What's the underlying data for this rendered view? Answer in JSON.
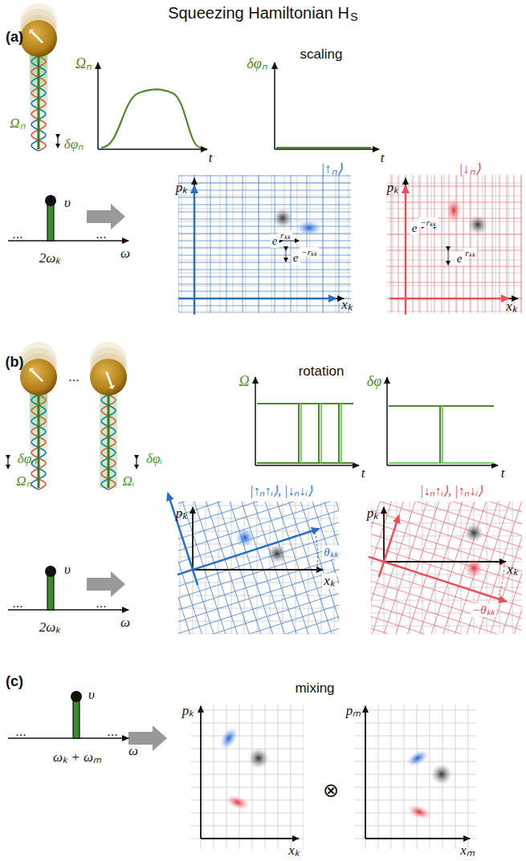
{
  "diagram": {
    "title": "Squeezing Hamiltonian H",
    "labels": [
      "S",
      "(a)",
      "scaling",
      "Ωₙ",
      "δφₙ",
      "Ωₙ",
      "t",
      "δφₙ",
      "t",
      "|↑ₙ⟩",
      "|↓ₙ⟩",
      "υ",
      "2ωₖ",
      "ω",
      "pₖ",
      "xₖ",
      "e",
      "rₖₖ",
      "e",
      "−rₖₖ",
      "pₖ",
      "xₖ",
      "e",
      "−rₖₖ",
      "e",
      "rₖₖ",
      "(b)",
      "rotation",
      "δφₙ",
      "Ωₙ",
      "δφᵢ",
      "Ωᵢ",
      "Ω",
      "t",
      "δφ",
      "t",
      "|↑ₙ↑ᵢ⟩, |↓ₙ↓ᵢ⟩",
      "|↓ₙ↑ᵢ⟩, |↑ₙ↓ᵢ⟩",
      "υ",
      "2ωₖ",
      "ω",
      "pₖ",
      "xₖ",
      "θₖₖ",
      "pₖ",
      "xₖ",
      "−θₖₖ",
      "(c)",
      "mixing",
      "υ",
      "ωₖ + ωₘ",
      "ω",
      "pₖ",
      "xₖ",
      "⊗",
      "pₘ",
      "xₘ",
      "...",
      "...",
      "...",
      "...",
      "...",
      "...",
      "..."
    ]
  }
}
